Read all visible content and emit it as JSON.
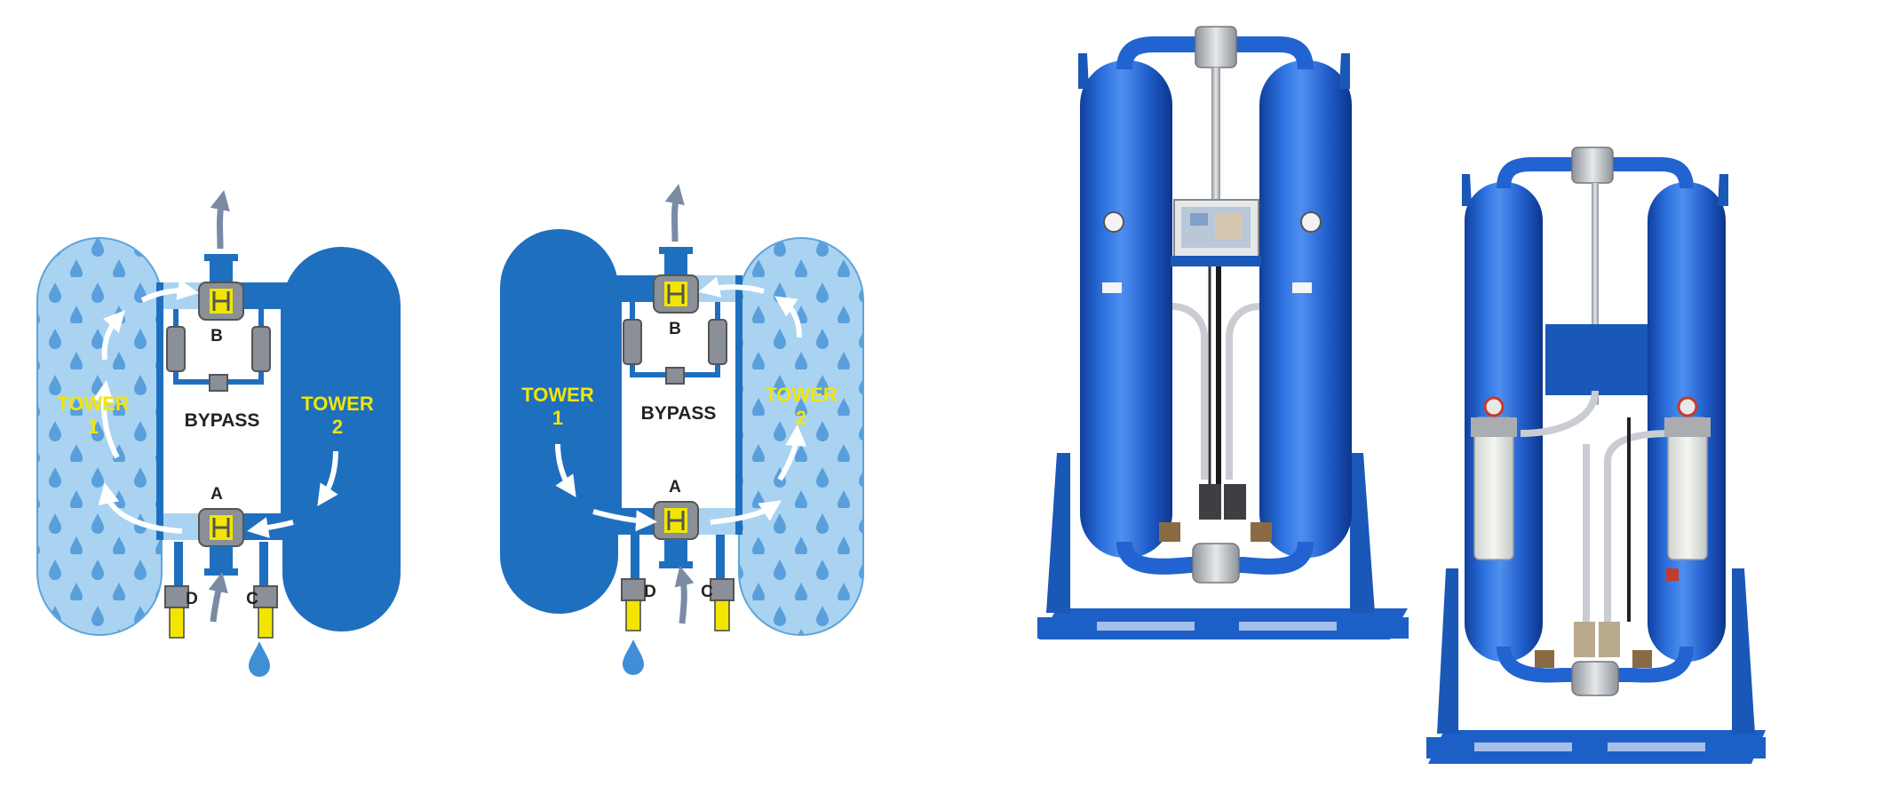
{
  "colors": {
    "tower_dark": "#1f6fbf",
    "tower_light": "#a9d3f0",
    "drop": "#3f8fd6",
    "valve_grey": "#8a8f98",
    "valve_yellow": "#f2e600",
    "steel": "#c9cdd2",
    "base_blue": "#1c5fc7"
  },
  "diagram_left": {
    "tower1_line1": "TOWER",
    "tower1_line2": "1",
    "tower2_line1": "TOWER",
    "tower2_line2": "2",
    "bypass": "BYPASS",
    "valve_a": "A",
    "valve_b": "B",
    "valve_c": "C",
    "valve_d": "D"
  },
  "diagram_right": {
    "tower1_line1": "TOWER",
    "tower1_line2": "1",
    "tower2_line1": "TOWER",
    "tower2_line2": "2",
    "bypass": "BYPASS",
    "valve_a": "A",
    "valve_b": "B",
    "valve_c": "C",
    "valve_d": "D"
  },
  "icons": [
    "water-drop-icon",
    "outlet-arrow-icon",
    "inlet-arrow-icon",
    "flow-arrow-icon",
    "pressure-gauge-icon"
  ]
}
